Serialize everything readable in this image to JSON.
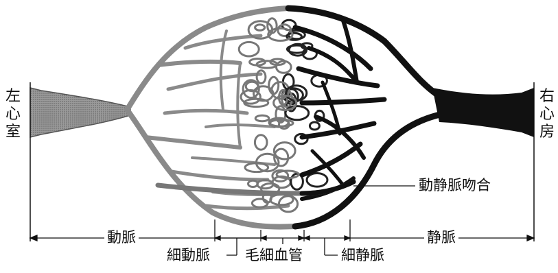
{
  "diagram": {
    "left_label": [
      "左",
      "心",
      "室"
    ],
    "right_label": [
      "右",
      "心",
      "房"
    ],
    "labels": {
      "artery": "動脈",
      "arteriole": "細動脈",
      "capillary": "毛細血管",
      "venule": "細静脈",
      "vein": "静脈",
      "anastomosis": "動静脈吻合"
    },
    "colors": {
      "arterial": "#8a8a8a",
      "venous": "#111111",
      "line": "#111111"
    }
  }
}
